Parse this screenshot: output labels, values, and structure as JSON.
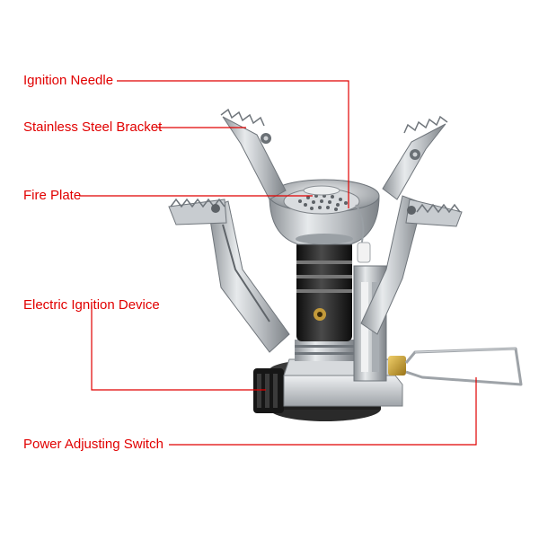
{
  "labels": {
    "ignition_needle": "Ignition Needle",
    "stainless_bracket": "Stainless Steel Bracket",
    "fire_plate": "Fire Plate",
    "electric_ignition": "Electric Ignition Device",
    "power_switch": "Power Adjusting Switch"
  },
  "colors": {
    "label_text": "#e10000",
    "leader_line": "#e10000",
    "steel": "#bfc3c7",
    "steel_dark": "#6f757b",
    "black_body": "#1b1b1b",
    "brass": "#c59a2e",
    "background": "#ffffff"
  }
}
